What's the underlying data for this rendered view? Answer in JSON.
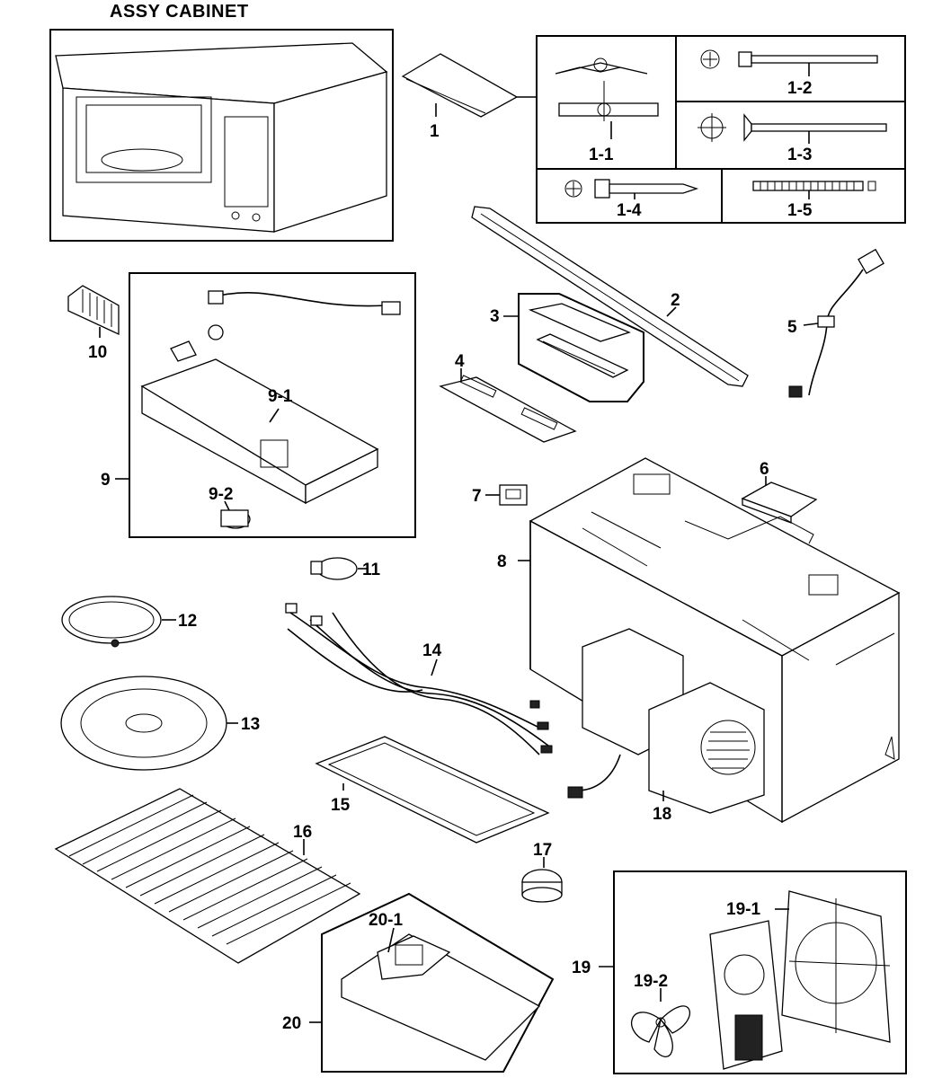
{
  "title": "ASSY CABINET",
  "labels": {
    "p1": "1",
    "p1_1": "1-1",
    "p1_2": "1-2",
    "p1_3": "1-3",
    "p1_4": "1-4",
    "p1_5": "1-5",
    "p2": "2",
    "p3": "3",
    "p4": "4",
    "p5": "5",
    "p6": "6",
    "p7": "7",
    "p8": "8",
    "p9": "9",
    "p9_1": "9-1",
    "p9_2": "9-2",
    "p10": "10",
    "p11": "11",
    "p12": "12",
    "p13": "13",
    "p14": "14",
    "p15": "15",
    "p16": "16",
    "p17": "17",
    "p18": "18",
    "p19": "19",
    "p19_1": "19-1",
    "p19_2": "19-2",
    "p20": "20",
    "p20_1": "20-1"
  }
}
